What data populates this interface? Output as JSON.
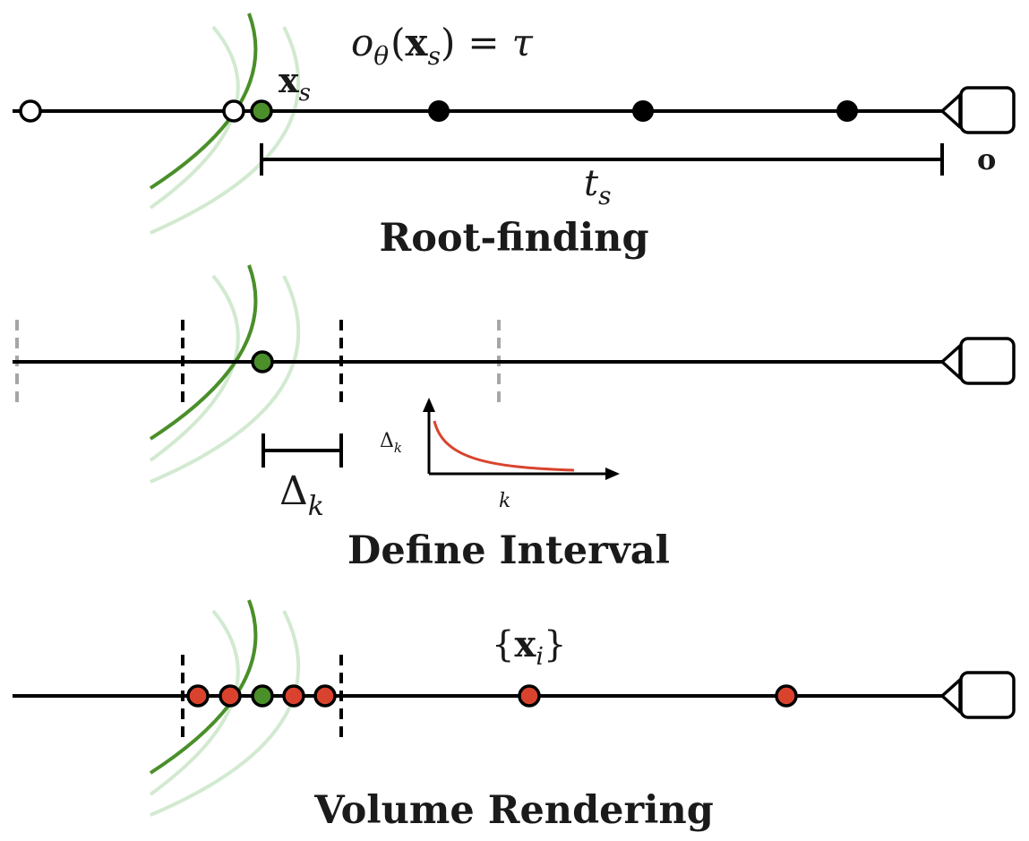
{
  "panels": [
    {
      "title": "Root-finding",
      "equation_lhs_symbol": "o",
      "equation_lhs_sub": "θ",
      "equation_arg_open": "(",
      "equation_arg_var": "x",
      "equation_arg_sub": "s",
      "equation_arg_close": ")",
      "equation_rel": "=",
      "equation_rhs": "τ",
      "surface_point_label": "x",
      "surface_point_sub": "s",
      "distance_label": "t",
      "distance_sub": "s",
      "origin_label": "o"
    },
    {
      "title": "Define Interval",
      "interval_label": "Δ",
      "interval_sub": "k",
      "inset_y_label": "Δ",
      "inset_y_sub": "k",
      "inset_x_label": "k"
    },
    {
      "title": "Volume Rendering",
      "samples_open": "{",
      "samples_var": "x",
      "samples_sub": "i",
      "samples_close": "}"
    }
  ],
  "colors": {
    "surface": "#4a8f2a",
    "surface_faint": "#d2ead0",
    "sample_red": "#d9432d",
    "ray": "#000000",
    "faded_marker": "#a6a6a6",
    "decay_curve": "#d9432d"
  },
  "icons": {
    "camera": "camera-icon"
  }
}
